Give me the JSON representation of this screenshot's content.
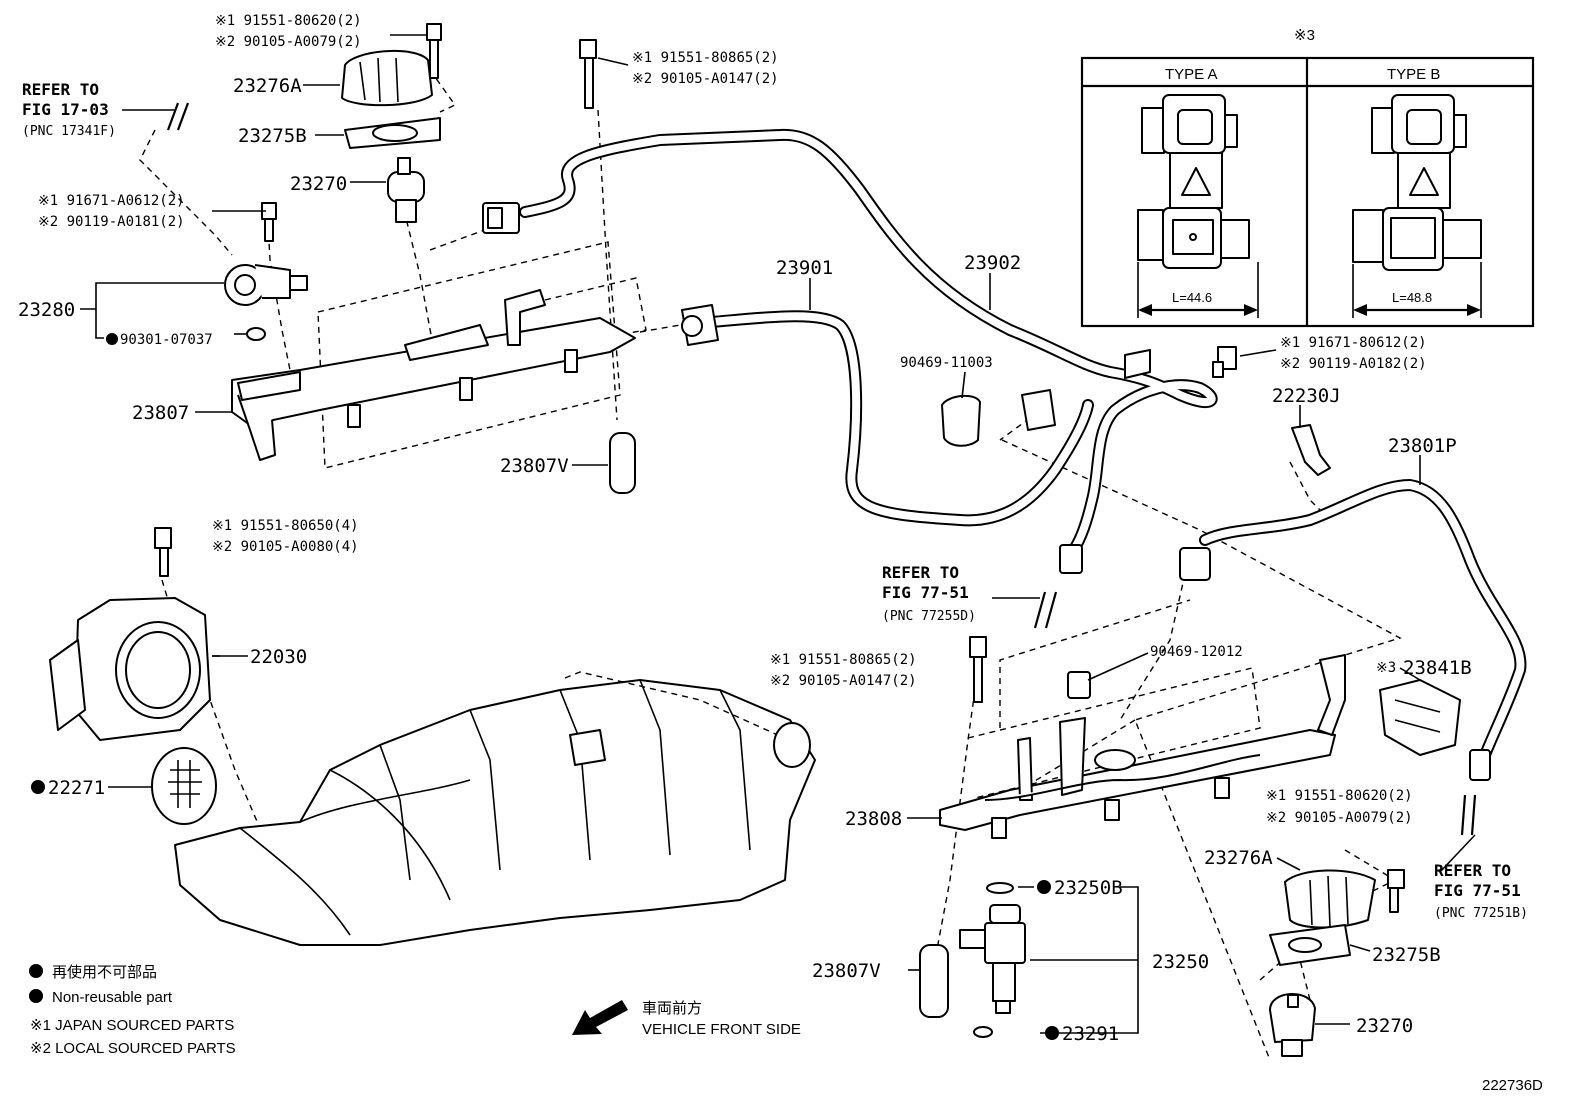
{
  "drawing_id": "222736D",
  "callouts": {
    "p23276A_top": "23276A",
    "p23275B_top": "23275B",
    "p23270_top": "23270",
    "p23280": "23280",
    "p90301": "90301-07037",
    "p23807": "23807",
    "p23807V_top": "23807V",
    "p23901": "23901",
    "p23902": "23902",
    "p90469_11003": "90469-11003",
    "p22230J": "22230J",
    "p23801P": "23801P",
    "p22030": "22030",
    "p22271": "22271",
    "p90469_12012": "90469-12012",
    "p23841B": "23841B",
    "p23808": "23808",
    "p23250B": "23250B",
    "p23250": "23250",
    "p23807V_bottom": "23807V",
    "p23291": "23291",
    "p23276A_bottom": "23276A",
    "p23275B_bottom": "23275B",
    "p23270_bottom": "23270",
    "mark3_23841B": "※3"
  },
  "bolt_groups": {
    "g1": {
      "l1": "※1 91551-80620(2)",
      "l2": "※2 90105-A0079(2)"
    },
    "g2": {
      "l1": "※1 91551-80865(2)",
      "l2": "※2 90105-A0147(2)"
    },
    "g3": {
      "l1": "※1 91671-A0612(2)",
      "l2": "※2 90119-A0181(2)"
    },
    "g4": {
      "l1": "※1 91671-80612(2)",
      "l2": "※2 90119-A0182(2)"
    },
    "g5": {
      "l1": "※1 91551-80650(4)",
      "l2": "※2 90105-A0080(4)"
    },
    "g6": {
      "l1": "※1 91551-80865(2)",
      "l2": "※2 90105-A0147(2)"
    },
    "g7": {
      "l1": "※1 91551-80620(2)",
      "l2": "※2 90105-A0079(2)"
    }
  },
  "refs": {
    "r1": {
      "l1": "REFER TO",
      "l2": "FIG 17-03",
      "l3": "(PNC 17341F)"
    },
    "r2": {
      "l1": "REFER TO",
      "l2": "FIG 77-51",
      "l3": "(PNC 77255D)"
    },
    "r3": {
      "l1": "REFER TO",
      "l2": "FIG 77-51",
      "l3": "(PNC 77251B)"
    }
  },
  "inset": {
    "mark": "※3",
    "type_a": "TYPE A",
    "type_b": "TYPE B",
    "len_a": "L=44.6",
    "len_b": "L=48.8"
  },
  "legend": {
    "jp": "再使用不可部品",
    "en": "Non-reusable part",
    "note1": "※1 JAPAN SOURCED PARTS",
    "note2": "※2 LOCAL SOURCED PARTS"
  },
  "direction": {
    "jp": "車両前方",
    "en": "VEHICLE FRONT SIDE"
  }
}
